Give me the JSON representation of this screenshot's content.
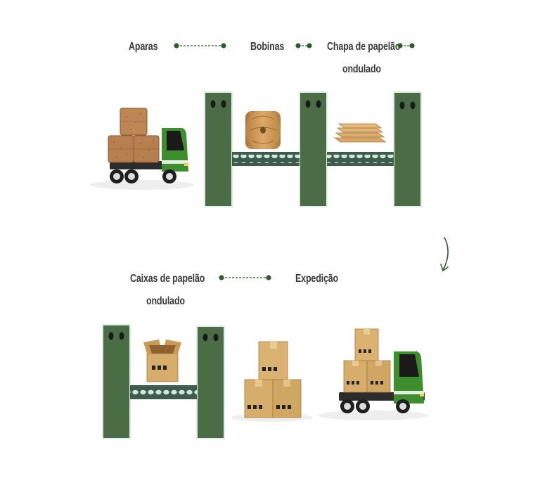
{
  "steps": {
    "aparas": "Aparas",
    "bobinas": "Bobinas",
    "chapa_line1": "Chapa de papelão",
    "chapa_line2": "ondulado",
    "caixas_line1": "Caixas de papelão",
    "caixas_line2": "ondulado",
    "expedicao": "Expedição"
  },
  "colors": {
    "pillar": "#4b6d46",
    "pillar_border": "#dfeee8",
    "truck_green": "#3e8e2e",
    "cardboard": "#d6ad6a",
    "bale": "#b77f4f",
    "conveyor": "#3f5b4d",
    "roller": "#cfe6dd",
    "connector": "#2f5a2a",
    "shadow": "#eeeeee"
  },
  "icons": [
    "truck-icon",
    "bale-icon",
    "paper-roll-icon",
    "corrugated-sheet-icon",
    "cardboard-box-icon",
    "curved-arrow-icon"
  ]
}
